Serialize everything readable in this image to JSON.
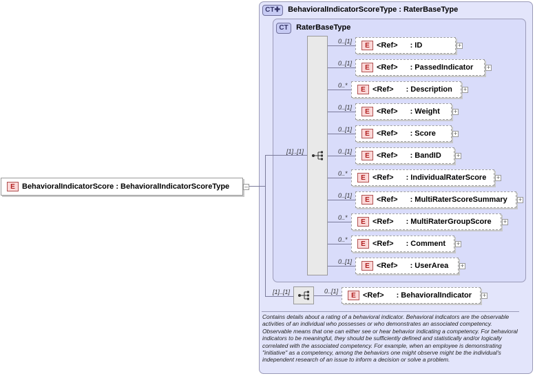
{
  "complex_type": {
    "badge": "CT",
    "title": "BehavioralIndicatorScoreType : RaterBaseType"
  },
  "base_type": {
    "badge": "CT",
    "title": "RaterBaseType"
  },
  "root_element": {
    "badge": "E",
    "label": "BehavioralIndicatorScore : BehavioralIndicatorScoreType",
    "collapse": "–"
  },
  "sequence_cardinality": "[1]..[1]",
  "children": [
    {
      "card": "0..[1]",
      "badge": "E",
      "ref": "<Ref>",
      "name": ": ID"
    },
    {
      "card": "0..[1]",
      "badge": "E",
      "ref": "<Ref>",
      "name": ": PassedIndicator"
    },
    {
      "card": "0..*",
      "badge": "E",
      "ref": "<Ref>",
      "name": ": Description"
    },
    {
      "card": "0..[1]",
      "badge": "E",
      "ref": "<Ref>",
      "name": ": Weight"
    },
    {
      "card": "0..[1]",
      "badge": "E",
      "ref": "<Ref>",
      "name": ": Score"
    },
    {
      "card": "0..[1]",
      "badge": "E",
      "ref": "<Ref>",
      "name": ": BandID"
    },
    {
      "card": "0..*",
      "badge": "E",
      "ref": "<Ref>",
      "name": ": IndividualRaterScore"
    },
    {
      "card": "0..[1]",
      "badge": "E",
      "ref": "<Ref>",
      "name": ": MultiRaterScoreSummary"
    },
    {
      "card": "0..*",
      "badge": "E",
      "ref": "<Ref>",
      "name": ": MultiRaterGroupScore"
    },
    {
      "card": "0..*",
      "badge": "E",
      "ref": "<Ref>",
      "name": ": Comment"
    },
    {
      "card": "0..[1]",
      "badge": "E",
      "ref": "<Ref>",
      "name": ": UserArea"
    }
  ],
  "bottom_sequence_cardinality": "[1]..[1]",
  "bottom_child": {
    "card": "0..[1]",
    "badge": "E",
    "ref": "<Ref>",
    "name": ": BehavioralIndicator"
  },
  "expand_symbol": "+",
  "description": "Contains details about a rating of a behavioral indicator. Behavioral indicators are the observable activities of an individual who possesses or who demonstrates an associated competency. Observable means that one can either see or hear behavior indicating a competency. For behavioral indicators to be meaningful, they should be sufficiently defined and statistically and/or logically correlated with the associated competency. For example, when an employee is demonstrating \"initiative\" as a competency, among the behaviors one might observe might be the individual's independent research of an issue to inform a decision or solve a problem."
}
